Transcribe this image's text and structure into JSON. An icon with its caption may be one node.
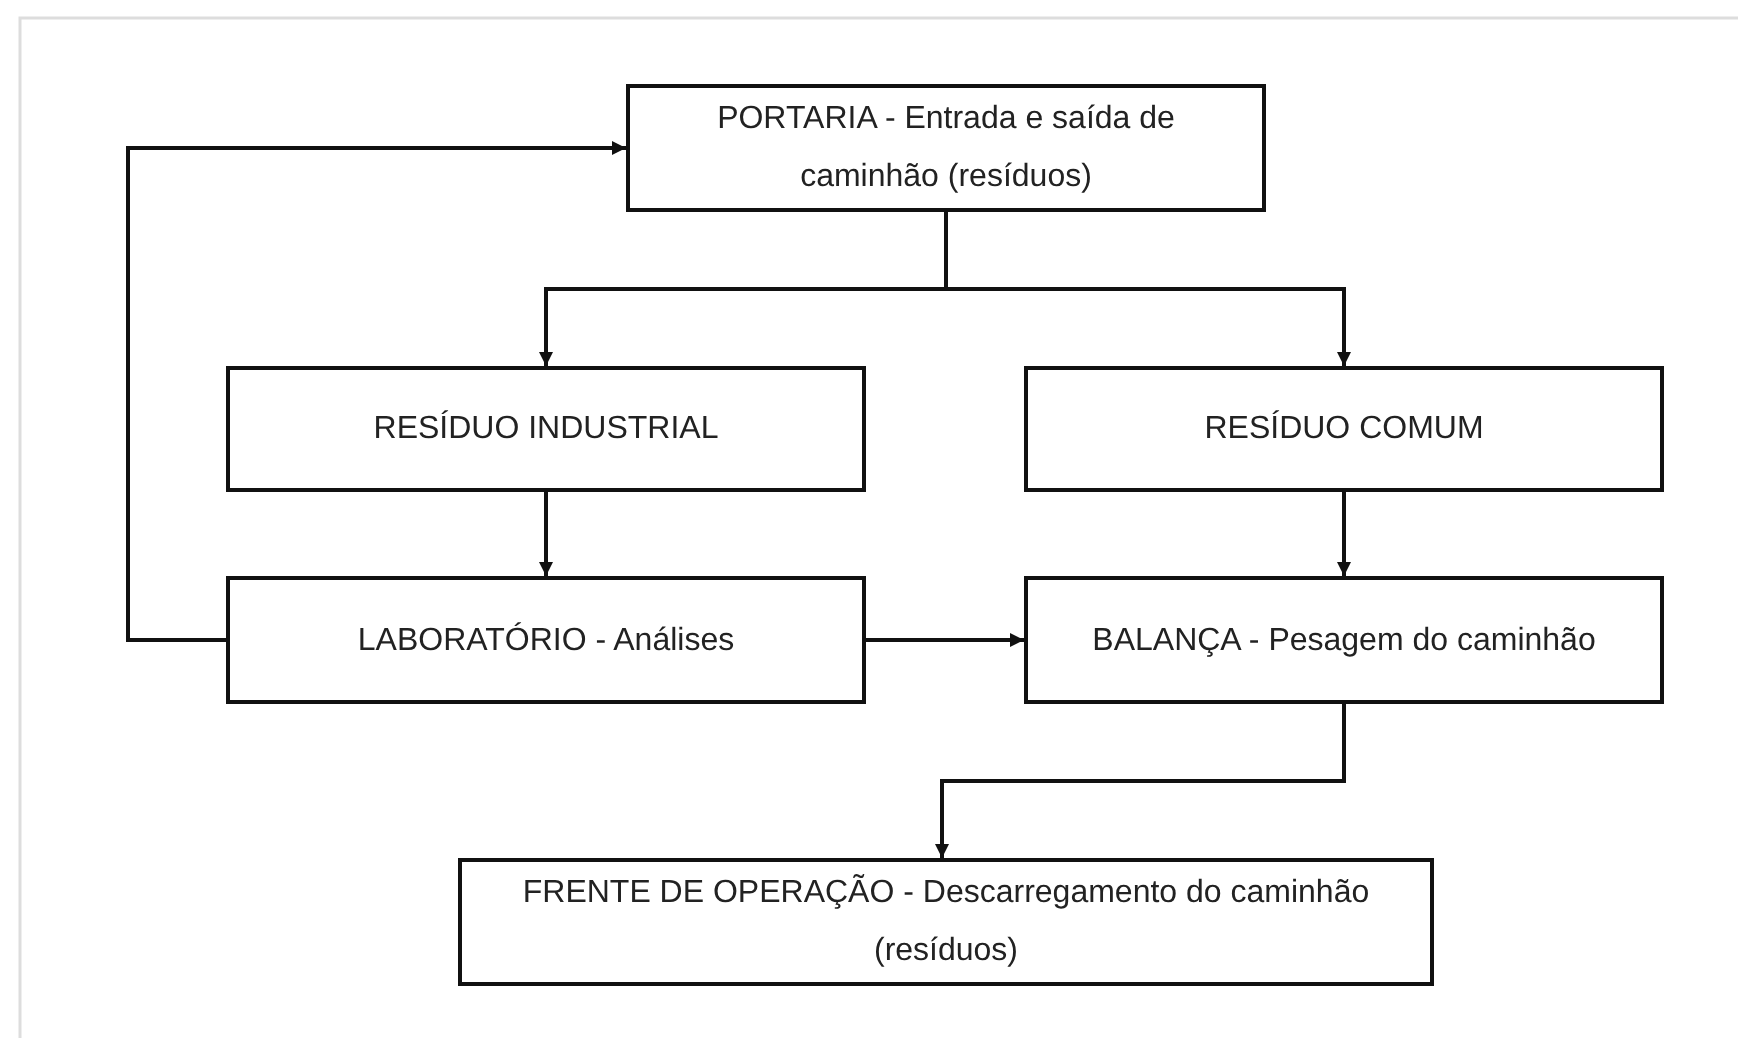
{
  "diagram": {
    "nodes": [
      {
        "text": [
          "PORTARIA - Entrada e saída de caminhão (resíduos)"
        ]
      },
      {
        "text": [
          "RESÍDUO INDUSTRIAL"
        ]
      },
      {
        "text": [
          "RESÍDUO COMUM"
        ]
      },
      {
        "text": [
          "LABORATÓRIO - Análises"
        ]
      },
      {
        "text": [
          "BALANÇA - Pesagem do caminhão"
        ]
      },
      {
        "text": [
          "FRENTE DE OPERAÇÃO - Descarregamento do caminhão (resíduos)"
        ]
      }
    ],
    "edges": [
      {
        "from": 0,
        "to": 1,
        "arrow": "to"
      },
      {
        "from": 0,
        "to": 2,
        "arrow": "to"
      },
      {
        "from": 1,
        "to": 3,
        "arrow": "to"
      },
      {
        "from": 2,
        "to": 4,
        "arrow": "to"
      },
      {
        "from": 3,
        "to": 4,
        "arrow": "to"
      },
      {
        "from": 3,
        "to": 0,
        "arrow": "to"
      },
      {
        "from": 4,
        "to": 5,
        "arrow": "to"
      }
    ]
  }
}
